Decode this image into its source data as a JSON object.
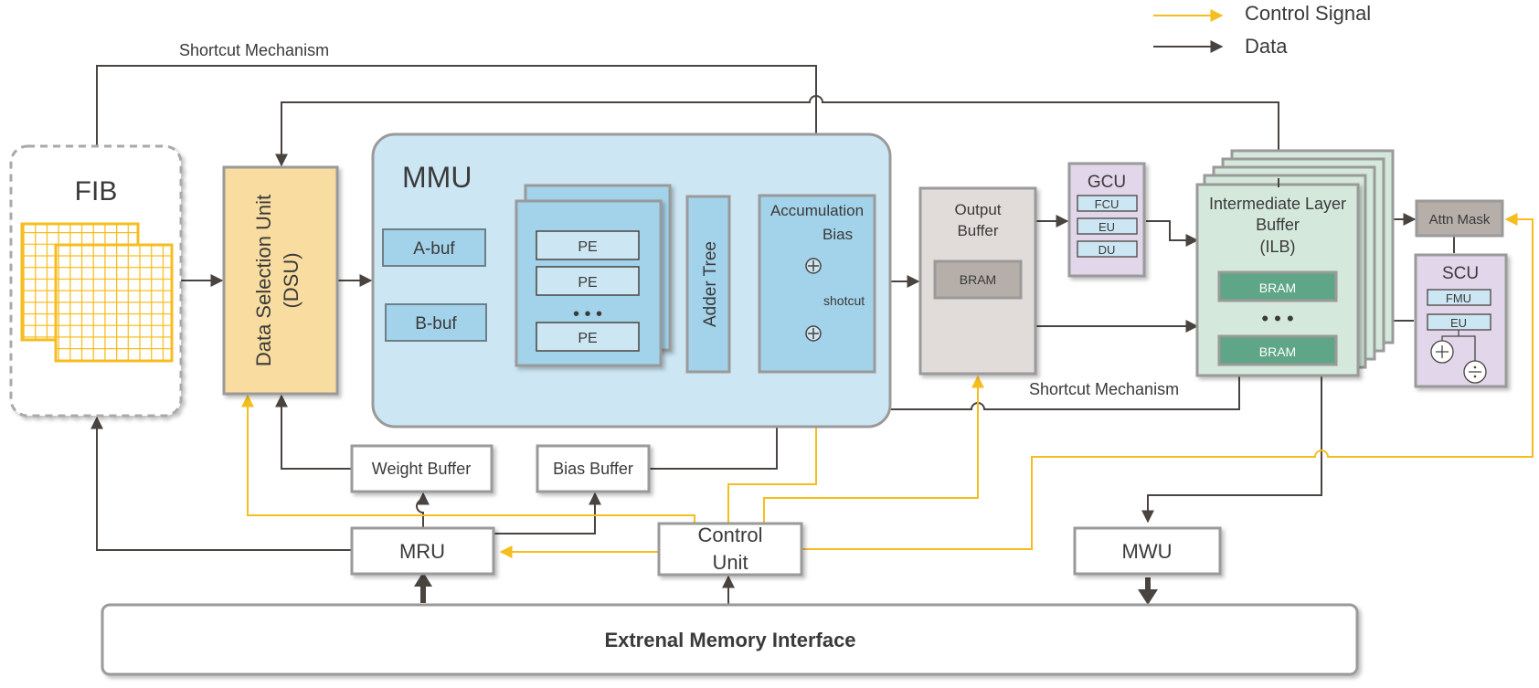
{
  "legend": {
    "control": "Control Signal",
    "data": "Data"
  },
  "labels": {
    "shortcut_top": "Shortcut Mechanism",
    "shortcut_bottom": "Shortcut Mechanism",
    "fib": "FIB",
    "dsu_line1": "Data Selection  Unit",
    "dsu_line2": "(DSU)",
    "mmu": "MMU",
    "abuf": "A-buf",
    "bbuf": "B-buf",
    "pe1": "PE",
    "pe2": "PE",
    "pe3": "PE",
    "pe_dots": "• • •",
    "adder": "Adder Tree",
    "accum": "Accumulation",
    "bias": "Bias",
    "shotcut": "shotcut",
    "outbuf1": "Output",
    "outbuf2": "Buffer",
    "bram_out": "BRAM",
    "gcu": "GCU",
    "fcu": "FCU",
    "eu_g": "EU",
    "du": "DU",
    "ilb1": "Intermediate Layer",
    "ilb2": "Buffer",
    "ilb3": "(ILB)",
    "bram_ilb1": "BRAM",
    "ilb_dots": "• • •",
    "bram_ilb2": "BRAM",
    "attn": "Attn Mask",
    "scu": "SCU",
    "fmu": "FMU",
    "eu_s": "EU",
    "weight": "Weight Buffer",
    "biasbuf": "Bias Buffer",
    "mru": "MRU",
    "control1": "Control",
    "control2": "Unit",
    "mwu": "MWU",
    "emi": "Extrenal Memory Interface"
  },
  "colors": {
    "control": "#f5bd1f",
    "data": "#4a4440",
    "mmu_bg": "#cde6f3",
    "blue_block": "#a3d3ea",
    "dsu": "#f8dca0",
    "output_buf": "#e1dcd9",
    "bram_gray": "#b5aea9",
    "purple": "#e2d6ea",
    "ilb": "#d4e8dc",
    "bram_green": "#5fa587",
    "fib_grid": "#f5bd1f"
  }
}
